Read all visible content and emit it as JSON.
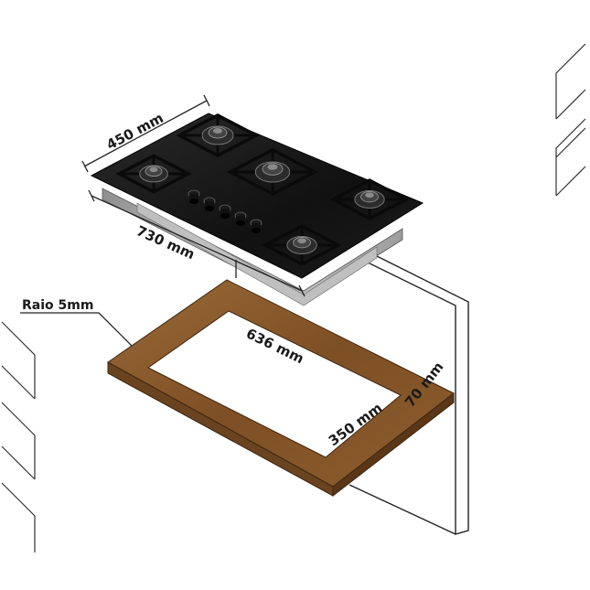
{
  "diagram": {
    "product": "cooktop",
    "dimensions": {
      "depth_label": "450 mm",
      "width_label": "730 mm",
      "cutout_width_label": "636 mm",
      "cutout_depth_label": "350 mm",
      "border_label": "70 mm",
      "radius_label": "Raio 5mm"
    },
    "burner_count": 5,
    "knob_count": 5,
    "colors": {
      "glass": "#151515",
      "steel": "#b9b9b9",
      "wood": "#8a5a2b",
      "wood_dark": "#5e3a17",
      "line": "#222222"
    }
  }
}
